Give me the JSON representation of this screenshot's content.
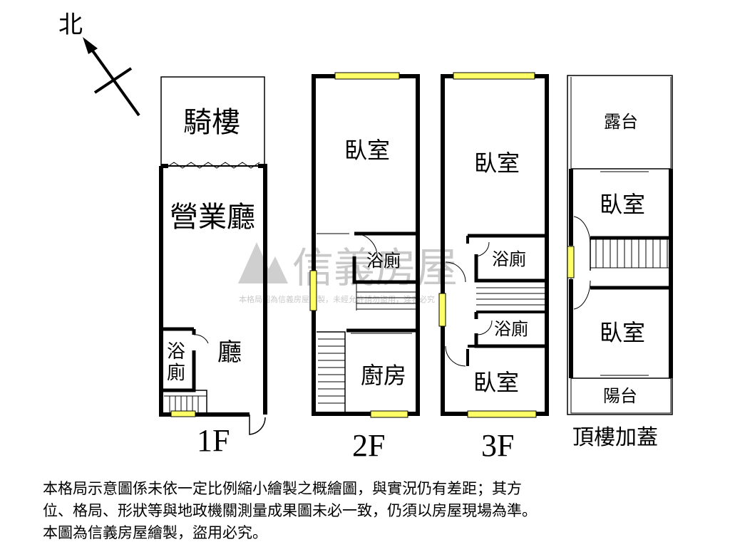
{
  "compass": {
    "label": "北"
  },
  "floors": {
    "f1": {
      "label": "1F",
      "rooms": {
        "arcade": "騎樓",
        "business_hall": "營業廳",
        "bath_top": "浴",
        "bath_bottom": "廁",
        "living": "廳"
      }
    },
    "f2": {
      "label": "2F",
      "rooms": {
        "bedroom": "臥室",
        "bath": "浴廁",
        "kitchen": "廚房"
      }
    },
    "f3": {
      "label": "3F",
      "rooms": {
        "bedroom_north": "臥室",
        "bath_upper": "浴廁",
        "bath_lower": "浴廁",
        "bedroom_south": "臥室"
      }
    },
    "roof": {
      "label": "頂樓加蓋",
      "rooms": {
        "terrace": "露台",
        "bedroom_north": "臥室",
        "bedroom_south": "臥室",
        "balcony": "陽台"
      }
    }
  },
  "watermark": {
    "brand": "信義房屋",
    "caption": "本格局圖為信義房屋繪製，未經允許請勿盜用，違者必究"
  },
  "disclaimer": {
    "line1": "本格局示意圖係未依一定比例縮小繪製之概繪圖，與實況仍有差距；其方",
    "line2": "位、格局、形狀等與地政機關測量成果圖未必一致，仍須以房屋現場為準。",
    "line3": "本圖為信義房屋繪製，盜用必究。"
  },
  "colors": {
    "wall": "#000000",
    "window": "#ffff66",
    "watermark": "#c9c9c9"
  }
}
